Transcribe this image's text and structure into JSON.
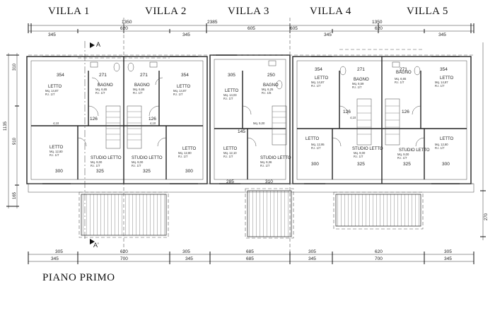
{
  "villas": [
    "VILLA 1",
    "VILLA 2",
    "VILLA 3",
    "VILLA 4",
    "VILLA 5"
  ],
  "plan_title": "PIANO PRIMO",
  "section_marks": [
    "A",
    "A'"
  ],
  "dims_top_total": [
    "1350",
    "2385",
    "1350"
  ],
  "dims_top_row2": [
    "620",
    "605",
    "605",
    "620"
  ],
  "dims_top_row3": [
    "345",
    "345",
    "345",
    "345"
  ],
  "dims_bottom_row1": [
    "305",
    "620",
    "305",
    "685",
    "305",
    "620",
    "305"
  ],
  "dims_bottom_row2": [
    "345",
    "700",
    "345",
    "685",
    "345",
    "700",
    "345"
  ],
  "dims_left": [
    "1135",
    "310",
    "910",
    "165"
  ],
  "dims_right": [
    "270"
  ],
  "interior_dims": [
    "126",
    "126",
    "126",
    "126",
    "300",
    "300",
    "300",
    "300",
    "325",
    "325",
    "325",
    "325",
    "285",
    "310",
    "145",
    "4,10",
    "4,10",
    "4,10"
  ],
  "rooms": {
    "v1_letto_top": {
      "name": "LETTO",
      "area": "Mq. 14,87",
      "ri": "R.I. 1/7",
      "dim": "354"
    },
    "v1_bagno": {
      "name": "BAGNO",
      "area": "Mq. 6,65",
      "ri": "R.I. 1/7",
      "dim": "271"
    },
    "v1_letto_bottom": {
      "name": "LETTO",
      "area": "Mq. 12,80",
      "ri": "R.I. 1/7"
    },
    "v1_studio": {
      "name": "STUDIO LETTO",
      "area": "Mq. 9,00",
      "ri": "R.I. 1/7"
    },
    "v2_bagno": {
      "name": "BAGNO",
      "area": "Mq. 6,65",
      "ri": "R.I. 1/7",
      "dim": "271"
    },
    "v2_letto_top": {
      "name": "LETTO",
      "area": "Mq. 14,87",
      "ri": "R.I. 1/7",
      "dim": "354"
    },
    "v2_studio": {
      "name": "STUDIO LETTO",
      "area": "Mq. 9,00",
      "ri": "R.I. 1/7"
    },
    "v2_letto_bottom": {
      "name": "LETTO",
      "area": "Mq. 12,80",
      "ri": "R.I. 1/7"
    },
    "v3_letto_top": {
      "name": "LETTO",
      "area": "Mq. 14,03",
      "ri": "R.I. 1/7",
      "dim": "305"
    },
    "v3_bagno": {
      "name": "BAGNO",
      "area": "Mq. 6,25",
      "ri": "R.I. 1/6",
      "dim": "250"
    },
    "v3_letto_bottom": {
      "name": "LETTO",
      "area": "Mq. 12,10",
      "ri": "R.I. 1/7"
    },
    "v3_studio": {
      "name": "STUDIO LETTO",
      "area": "Mq. 9,36",
      "ri": "R.I. 1/7"
    },
    "v3_dis": {
      "name": "",
      "area": "Mq. 5,00",
      "ri": ""
    },
    "v4_letto_top": {
      "name": "LETTO",
      "area": "Mq. 14,87",
      "ri": "R.I. 1/7",
      "dim": "354"
    },
    "v4_bagno": {
      "name": "BAGNO",
      "area": "Mq. 6,59",
      "ri": "R.I. 1/7",
      "dim": "271"
    },
    "v4_letto_bottom": {
      "name": "LETTO",
      "area": "Mq. 12,95",
      "ri": "R.I. 1/7"
    },
    "v4_studio": {
      "name": "STUDIO LETTO",
      "area": "Mq. 9,00",
      "ri": "R.I. 1/7"
    },
    "v5_bagno": {
      "name": "BAGNO",
      "area": "Mq. 6,65",
      "ri": "R.I. 1/7",
      "dim": "271"
    },
    "v5_letto_top": {
      "name": "LETTO",
      "area": "Mq. 14,87",
      "ri": "R.I. 1/7",
      "dim": "354"
    },
    "v5_studio": {
      "name": "STUDIO LETTO",
      "area": "Mq. 9,00",
      "ri": "R.I. 1/7"
    },
    "v5_letto_bottom": {
      "name": "LETTO",
      "area": "Mq. 12,80",
      "ri": "R.I. 1/7"
    }
  }
}
